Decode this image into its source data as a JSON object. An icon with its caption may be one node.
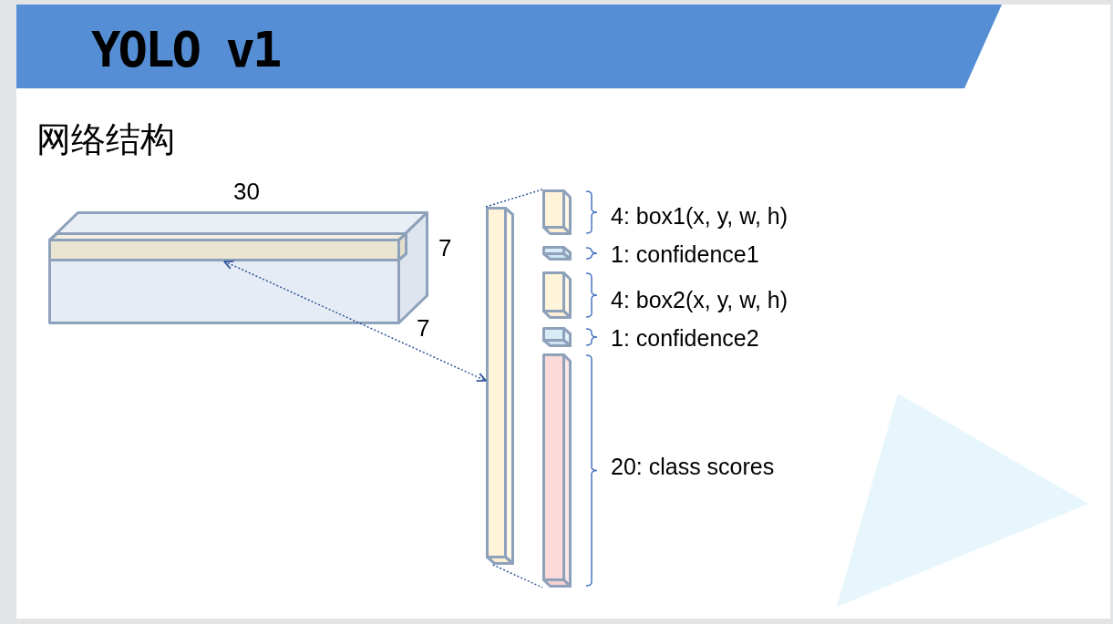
{
  "diagram": {
    "title": "YOLO v1",
    "nodes": [
      {
        "text": [],
        "shape": "box"
      },
      {
        "text": [],
        "shape": "box",
        "in": 0
      },
      {
        "text": [],
        "shape": "box"
      },
      {
        "text": [],
        "shape": "box",
        "beside": [
          "4: box1(x, y, w, h)"
        ]
      },
      {
        "text": [],
        "shape": "box",
        "beside": [
          "1: confidence1"
        ]
      },
      {
        "text": [],
        "shape": "box",
        "beside": [
          "4: box2(x, y, w, h)"
        ]
      },
      {
        "text": [],
        "shape": "box",
        "beside": [
          "1: confidence2"
        ]
      },
      {
        "text": [],
        "shape": "box",
        "beside": [
          "20: class scores"
        ]
      }
    ],
    "edges": [
      {
        "from": 1,
        "to": 2,
        "arrow": "both",
        "style": "dashed"
      },
      {
        "from": 2,
        "to": 3,
        "arrow": "none",
        "style": "dashed"
      },
      {
        "from": 2,
        "to": 7,
        "arrow": "none",
        "style": "dashed"
      }
    ],
    "labels": [
      "网络结构",
      "30",
      "7",
      "7"
    ]
  }
}
